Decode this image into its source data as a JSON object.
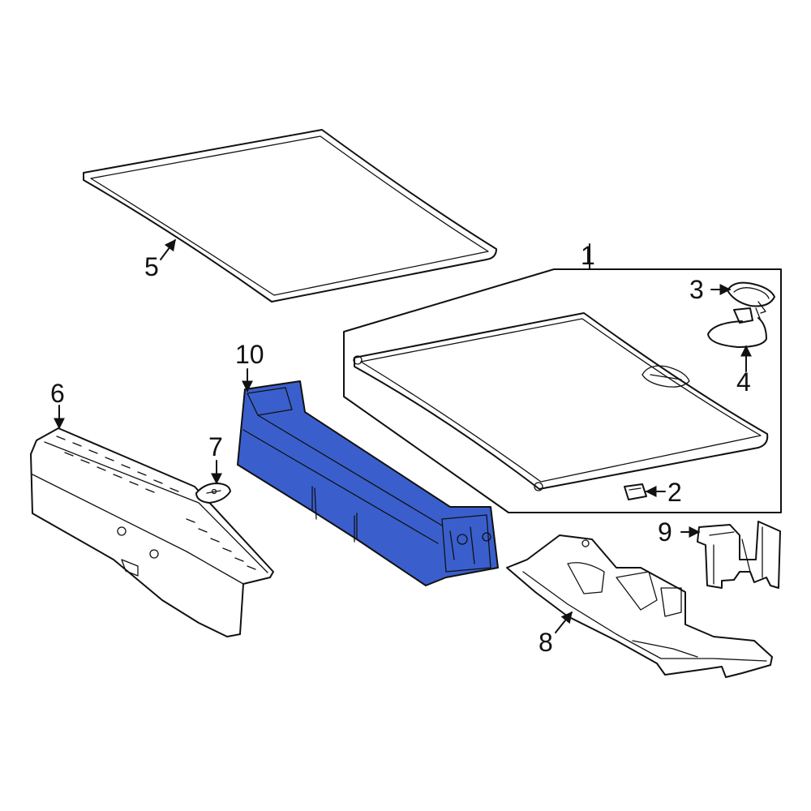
{
  "callouts": [
    {
      "id": "1",
      "label": "1"
    },
    {
      "id": "2",
      "label": "2"
    },
    {
      "id": "3",
      "label": "3"
    },
    {
      "id": "4",
      "label": "4"
    },
    {
      "id": "5",
      "label": "5"
    },
    {
      "id": "6",
      "label": "6"
    },
    {
      "id": "7",
      "label": "7"
    },
    {
      "id": "8",
      "label": "8"
    },
    {
      "id": "9",
      "label": "9"
    },
    {
      "id": "10",
      "label": "10"
    }
  ],
  "colors": {
    "highlight": "#3A5FCD",
    "line": "#111111",
    "background": "#FFFFFF"
  }
}
